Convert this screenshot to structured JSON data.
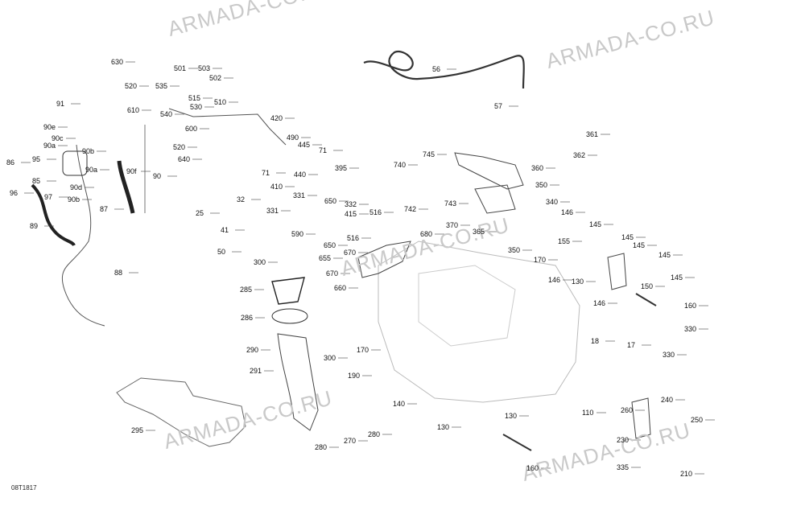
{
  "watermark": "ARMADA-CO.RU",
  "reference_code": "08T1817",
  "callouts": [
    "630",
    "501",
    "503",
    "502",
    "520",
    "535",
    "515",
    "530",
    "510",
    "91",
    "610",
    "540",
    "600",
    "420",
    "90e",
    "90c",
    "90a",
    "90b",
    "520",
    "95",
    "640",
    "490",
    "445",
    "86",
    "71",
    "96",
    "85",
    "97",
    "90d",
    "90b",
    "90a",
    "90f",
    "90",
    "87",
    "89",
    "88",
    "71",
    "440",
    "395",
    "410",
    "331",
    "650",
    "32",
    "25",
    "41",
    "332",
    "331",
    "415",
    "516",
    "50",
    "590",
    "650",
    "300",
    "655",
    "516",
    "670",
    "670",
    "660",
    "285",
    "286",
    "290",
    "291",
    "295",
    "300",
    "170",
    "190",
    "140",
    "280",
    "270",
    "280",
    "130",
    "56",
    "57",
    "361",
    "362",
    "745",
    "740",
    "360",
    "350",
    "743",
    "370",
    "742",
    "340",
    "365",
    "680",
    "146",
    "145",
    "145",
    "145",
    "155",
    "170",
    "350",
    "146",
    "130",
    "146",
    "150",
    "160",
    "330",
    "18",
    "17",
    "330",
    "110",
    "260",
    "240",
    "250",
    "230",
    "130",
    "160",
    "335",
    "210",
    "145",
    "145"
  ]
}
